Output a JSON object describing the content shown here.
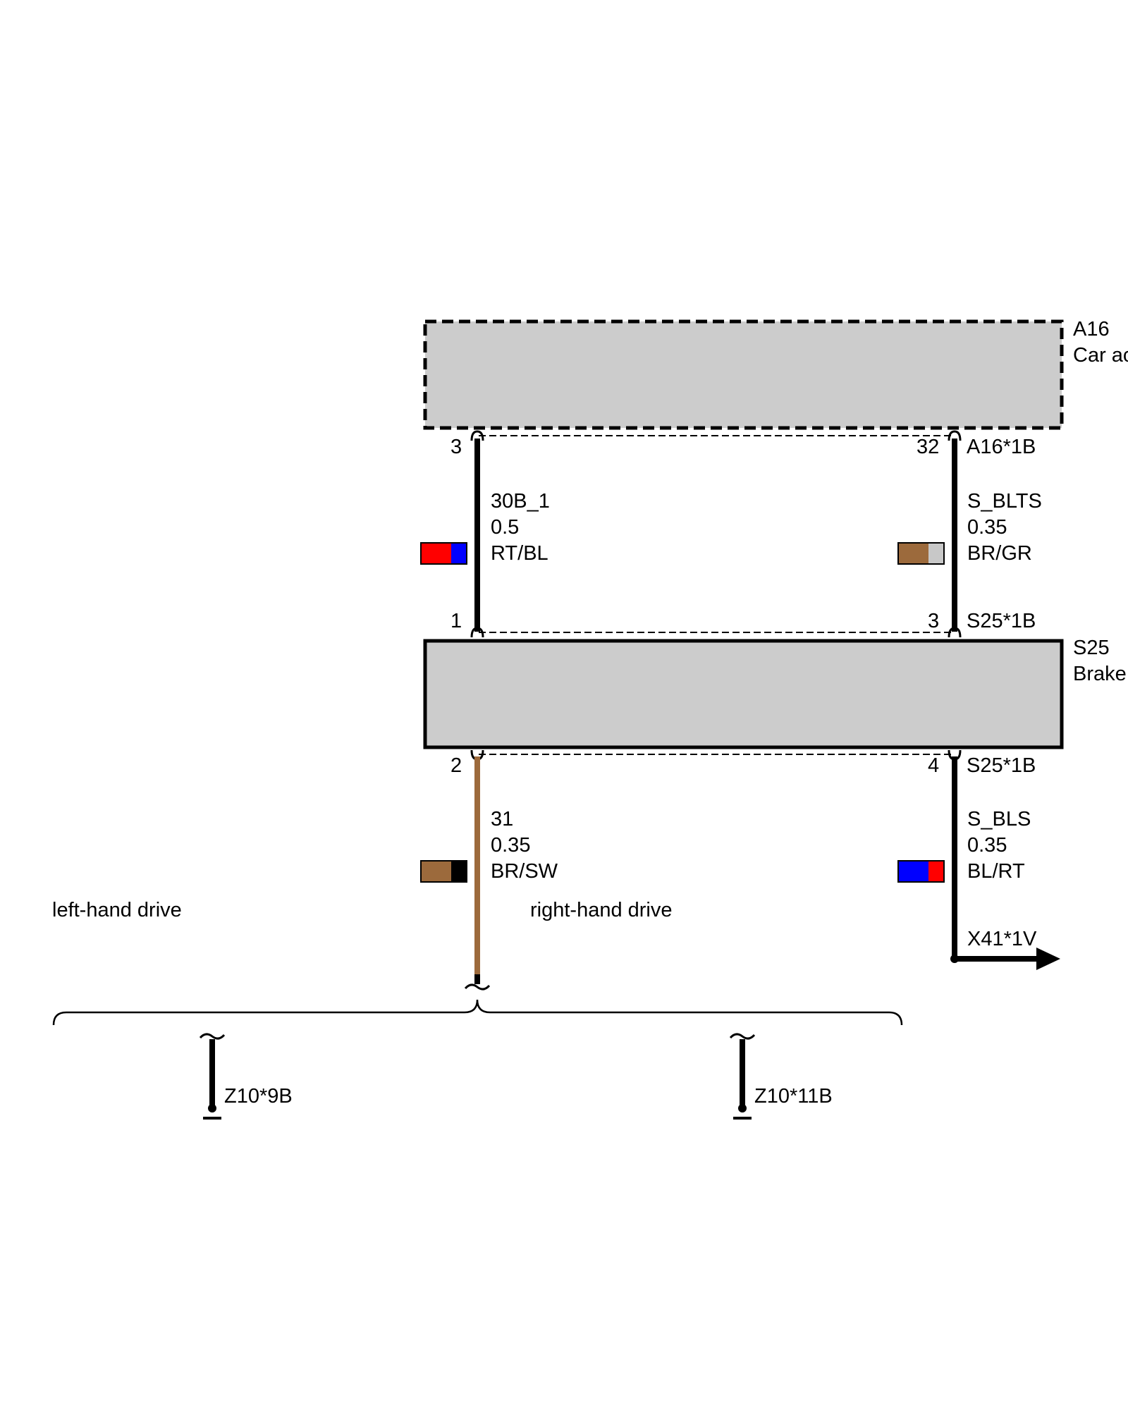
{
  "components": {
    "a16": {
      "id": "A16",
      "name": "Car ac"
    },
    "s25": {
      "id": "S25",
      "name": "Brake"
    }
  },
  "connectors": {
    "a16_top": "A16*1B",
    "s25_upper": "S25*1B",
    "s25_lower": "S25*1B",
    "x41": "X41*1V",
    "z10_9b": "Z10*9B",
    "z10_11b": "Z10*11B"
  },
  "pins": {
    "a16_left": "3",
    "a16_right": "32",
    "s25_top_left": "1",
    "s25_top_right": "3",
    "s25_bottom_left": "2",
    "s25_bottom_right": "4"
  },
  "wires": {
    "w1": {
      "signal": "30B_1",
      "gauge": "0.5",
      "color_code": "RT/BL",
      "colors": [
        "#ff0000",
        "#0000ff"
      ]
    },
    "w2": {
      "signal": "S_BLTS",
      "gauge": "0.35",
      "color_code": "BR/GR",
      "colors": [
        "#9c6a3c",
        "#c8c8c8"
      ]
    },
    "w3": {
      "signal": "31",
      "gauge": "0.35",
      "color_code": "BR/SW",
      "colors": [
        "#9c6a3c",
        "#000000"
      ]
    },
    "w4": {
      "signal": "S_BLS",
      "gauge": "0.35",
      "color_code": "BL/RT",
      "colors": [
        "#0000ff",
        "#ff0000"
      ]
    }
  },
  "variants": {
    "left": "left-hand drive",
    "right": "right-hand drive"
  },
  "colors": {
    "component_fill": "#cccccc",
    "wire_black": "#000000",
    "wire_brown": "#9c6a3c"
  }
}
